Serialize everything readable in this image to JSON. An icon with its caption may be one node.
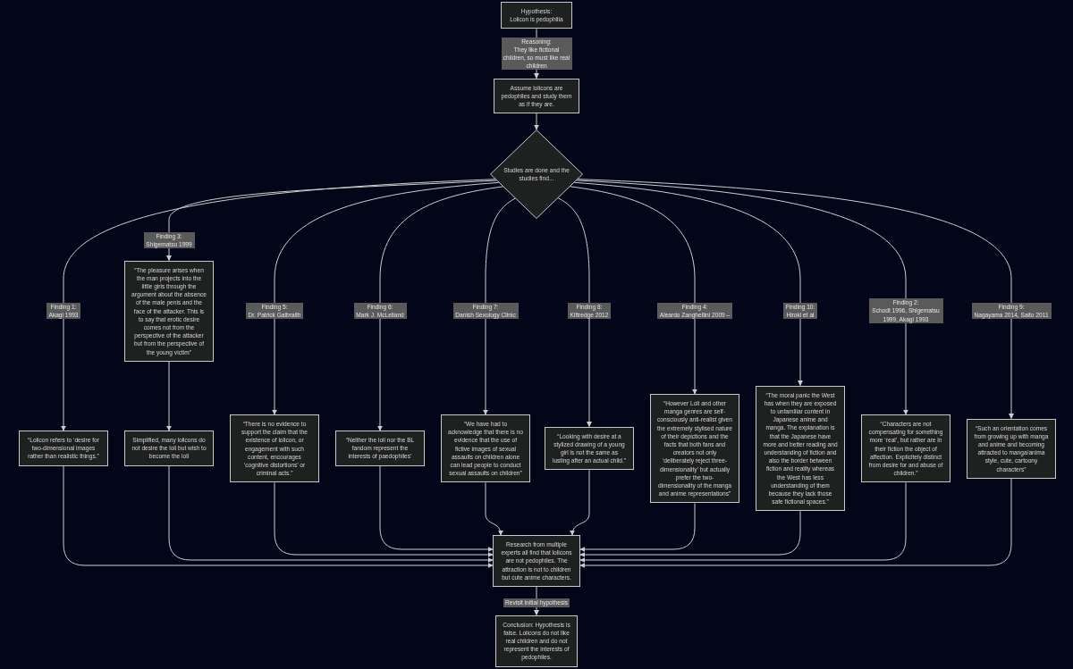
{
  "diagram": {
    "nodes": [
      {
        "text": [
          "Hypothesis:",
          "Lolicon is pedophilia"
        ]
      },
      {
        "text": [
          "Assume lolicons are pedophiles and study them as if they are."
        ]
      },
      {
        "text": [
          "Studies are done and the studies find..."
        ]
      },
      {
        "text": [
          "“Lolicon refers to ‘desire for two-dimensional images rather than realistic things.”"
        ]
      },
      {
        "text": [
          "“The pleasure arises when the man projects into the little girls through the argument about the absence of the male penis and the face of the attacker. This is to say that erotic desire comes not from the perspective of the attacker but from the perspective of the young victim”"
        ]
      },
      {
        "text": [
          "Simplified, many lolicons do not desire the loli but wish to become the loli"
        ]
      },
      {
        "text": [
          "“There is no evidence to support the claim that the existence of lolicon, or engagement with such content, encourages ‘cognitive distortions’ or criminal acts.”"
        ]
      },
      {
        "text": [
          "“Neither the loli nor the BL fandom represent the interests of paedophiles’"
        ]
      },
      {
        "text": [
          "“We have had to acknowledge that there is no evidence that the use of fictive images of sexual assaults on children alone can lead people to conduct sexual assaults on children”"
        ]
      },
      {
        "text": [
          "“Looking with desire at a stylized drawing of a young girl is not the same as lusting after an actual child.”"
        ]
      },
      {
        "text": [
          "“However Loli and other manga genres are self-consciously anti-realist given the extremely stylised nature of their depictions and the facts that both fans and creators not only ‘deliberately reject three-dimensionality’ but actually prefer the two-dimensionality of the manga and anime representations”"
        ]
      },
      {
        "text": [
          "“The moral panic the West has when they are exposed to unfamiliar content in Japanese anime and manga. The explanation is that the Japanese have more and better reading and understanding of fiction and also the border between fiction and reality whereas the West has less understanding of them because they lack those safe fictional spaces.”"
        ]
      },
      {
        "text": [
          "“Characters are not compensating for something more ‘real’, but rather are in their fiction the object of affection. Explicitely distinct from desire for and abuse of children.”"
        ]
      },
      {
        "text": [
          "“Such an orientation comes from growing up with manga and anime and becoming attracted to manga/anima style, cute, cartoony characters”"
        ]
      },
      {
        "text": [
          "Research from multiple experts all find that lolicons are not pedophiles. The attraction is not to children but cute anime characters."
        ]
      },
      {
        "text": [
          "Conclusion: Hypothesis is false. Lolicons do not like real children and do not represent the interests of pedophiles."
        ]
      }
    ],
    "edges": [
      {
        "from": 0,
        "to": 1,
        "arrow": "to",
        "label": "Reasoning: They like fictional children, so must like real children"
      },
      {
        "from": 1,
        "to": 2,
        "arrow": "to"
      },
      {
        "from": 2,
        "to": 3,
        "arrow": "to",
        "label": "Finding 1: Akagi 1993"
      },
      {
        "from": 2,
        "to": 4,
        "arrow": "to",
        "label": "Finding 3: Shigematsu 1999"
      },
      {
        "from": 4,
        "to": 5,
        "arrow": "to"
      },
      {
        "from": 2,
        "to": 6,
        "arrow": "to",
        "label": "Finding 5: Dr. Patrick Galbraith"
      },
      {
        "from": 2,
        "to": 7,
        "arrow": "to",
        "label": "Finding 6: Mark J. McLelland"
      },
      {
        "from": 2,
        "to": 8,
        "arrow": "to",
        "label": "Finding 7: Danish Sexology Clinic"
      },
      {
        "from": 2,
        "to": 9,
        "arrow": "to",
        "label": "Finding 8: Kittredge 2012"
      },
      {
        "from": 2,
        "to": 10,
        "arrow": "to",
        "label": "Finding 4: Aleardo Zanghellini 2009 –"
      },
      {
        "from": 2,
        "to": 11,
        "arrow": "to",
        "label": "Finding 10: Hiroki et al"
      },
      {
        "from": 2,
        "to": 12,
        "arrow": "to",
        "label": "Finding 2: Schodt 1996, Shigematsu 1999, Akagi 1993"
      },
      {
        "from": 2,
        "to": 13,
        "arrow": "to",
        "label": "Finding 9: Nagayama 2014, Saito 2011"
      },
      {
        "from": 3,
        "to": 14,
        "arrow": "to"
      },
      {
        "from": 5,
        "to": 14,
        "arrow": "to"
      },
      {
        "from": 6,
        "to": 14,
        "arrow": "to"
      },
      {
        "from": 7,
        "to": 14,
        "arrow": "to"
      },
      {
        "from": 8,
        "to": 14,
        "arrow": "to"
      },
      {
        "from": 9,
        "to": 14,
        "arrow": "to"
      },
      {
        "from": 10,
        "to": 14,
        "arrow": "to"
      },
      {
        "from": 11,
        "to": 14,
        "arrow": "to"
      },
      {
        "from": 12,
        "to": 14,
        "arrow": "to"
      },
      {
        "from": 13,
        "to": 14,
        "arrow": "to"
      },
      {
        "from": 14,
        "to": 15,
        "arrow": "to",
        "label": "Revisit initial hypothesis"
      }
    ]
  }
}
